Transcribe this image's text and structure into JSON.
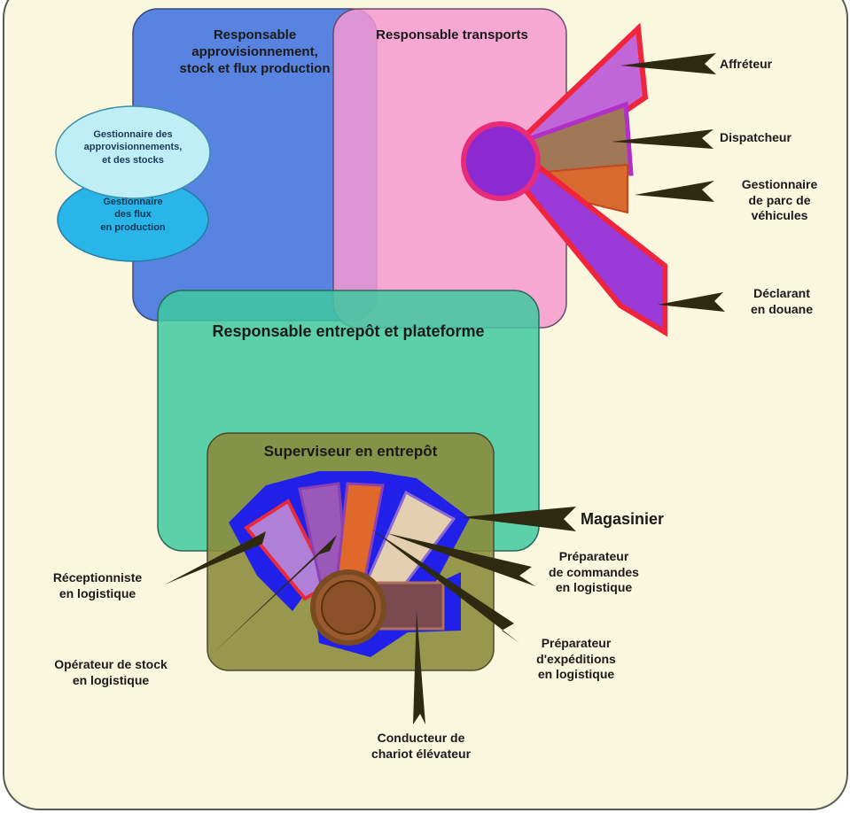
{
  "roles": {
    "supply_manager": "Responsable\napprovisionnement,\nstock et flux production",
    "transport_manager": "Responsable transports",
    "warehouse_manager": "Responsable entrepôt et plateforme",
    "warehouse_supervisor": "Superviseur en entrepôt",
    "supply_stock_manager": "Gestionnaire des\napprovisionnements,\net des stocks",
    "production_flow_manager": "Gestionnaire\ndes flux\nen production",
    "charterer": "Affréteur",
    "dispatcher": "Dispatcheur",
    "fleet_manager": "Gestionnaire\nde parc de\nvéhicules",
    "customs_declarant": "Déclarant\nen douane",
    "storekeeper": "Magasinier",
    "receptionist": "Réceptionniste\nen logistique",
    "stock_operator": "Opérateur de stock\nen logistique",
    "order_picker": "Préparateur\nde commandes\nen logistique",
    "shipping_preparer": "Préparateur\nd'expéditions\nen logistique",
    "forklift_driver": "Conducteur de\nchariot élévateur"
  },
  "colors": {
    "background": "#fbf7df",
    "supply_box": "#4a78e0",
    "transport_box": "#f59ad0",
    "warehouse_box": "#3fc9a0",
    "supervisor_box": "#8a8a3a",
    "arrow": "#2e2a12"
  }
}
